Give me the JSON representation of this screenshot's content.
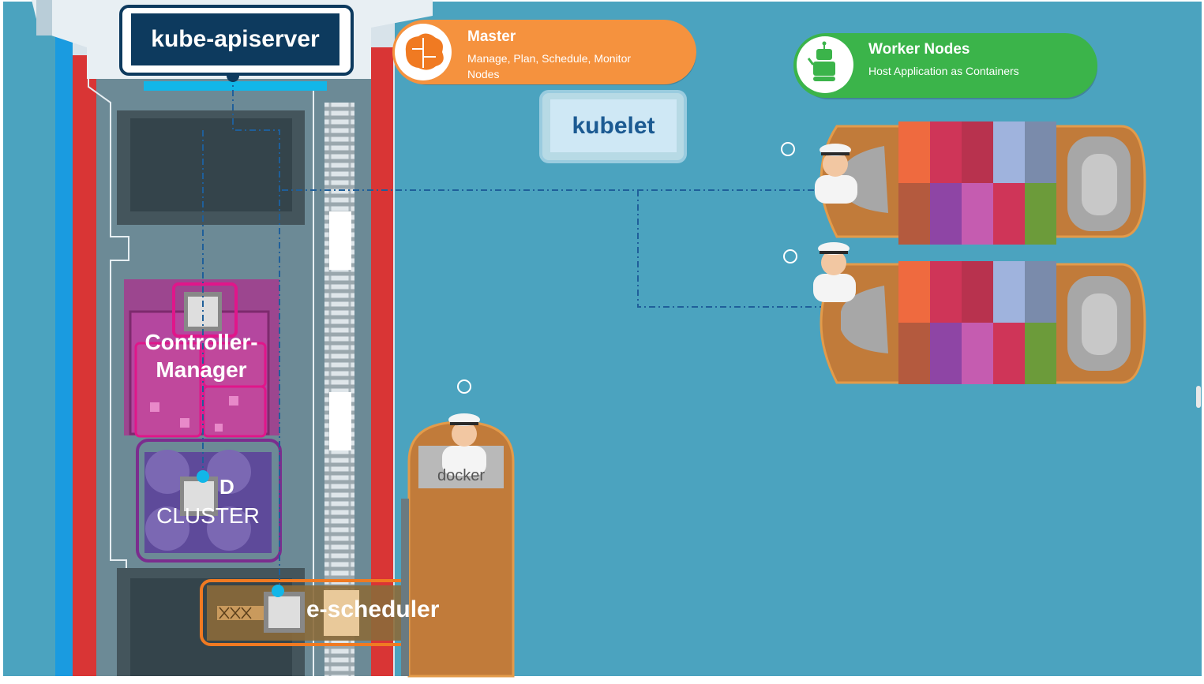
{
  "diagram": {
    "kube_apiserver": "kube-apiserver",
    "kubelet": "kubelet",
    "controller_manager_line1": "Controller-",
    "controller_manager_line2": "Manager",
    "etcd_line1": "D",
    "etcd_line2": "CLUSTER",
    "scheduler": "e-scheduler",
    "docker": "docker"
  },
  "legend": {
    "master": {
      "title": "Master",
      "subtitle_line1": "Manage, Plan, Schedule, Monitor",
      "subtitle_line2": "Nodes",
      "color": "#f5923e",
      "icon": "brain-icon"
    },
    "worker": {
      "title": "Worker Nodes",
      "subtitle": "Host Application as Containers",
      "color": "#3bb44a",
      "icon": "robot-icon"
    }
  },
  "colors": {
    "sea": "#4ba3bf",
    "controller_manager": "#e0168a",
    "etcd": "#7b2d8e",
    "scheduler": "#f07a22",
    "apiserver": "#0d3a5e",
    "kubelet_bg": "#cfe8f5"
  }
}
